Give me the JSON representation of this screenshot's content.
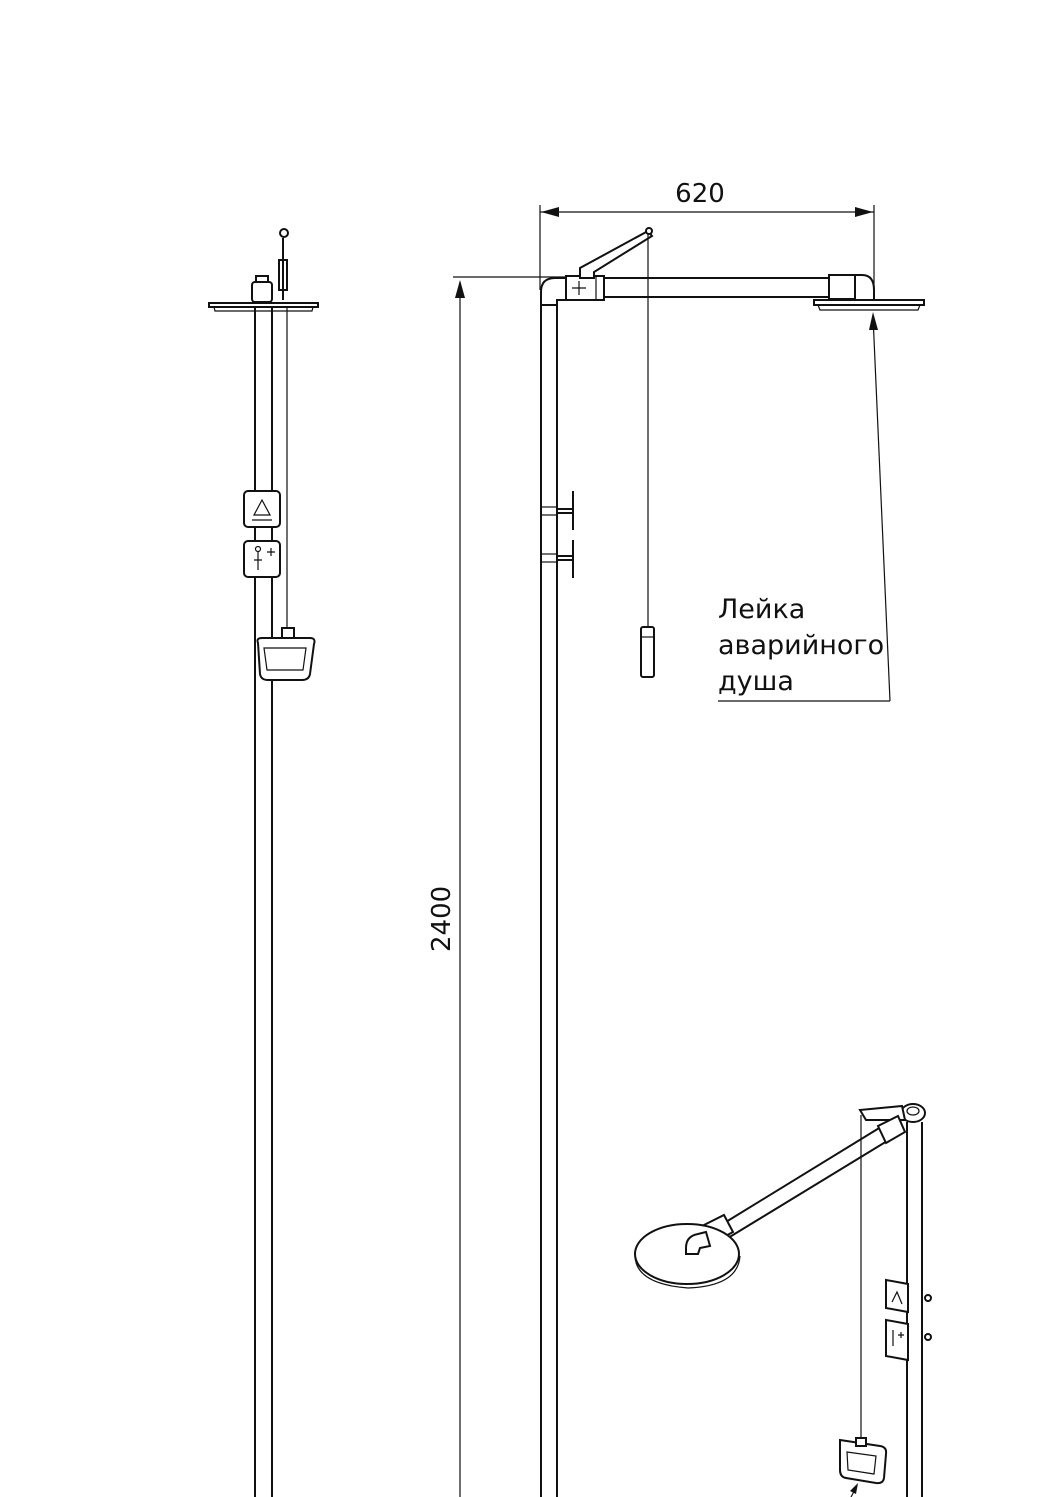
{
  "dimensions": {
    "width_label": "620",
    "height_label": "2400"
  },
  "callout": {
    "line1": "Лейка",
    "line2": "аварийного",
    "line3": "душа"
  }
}
